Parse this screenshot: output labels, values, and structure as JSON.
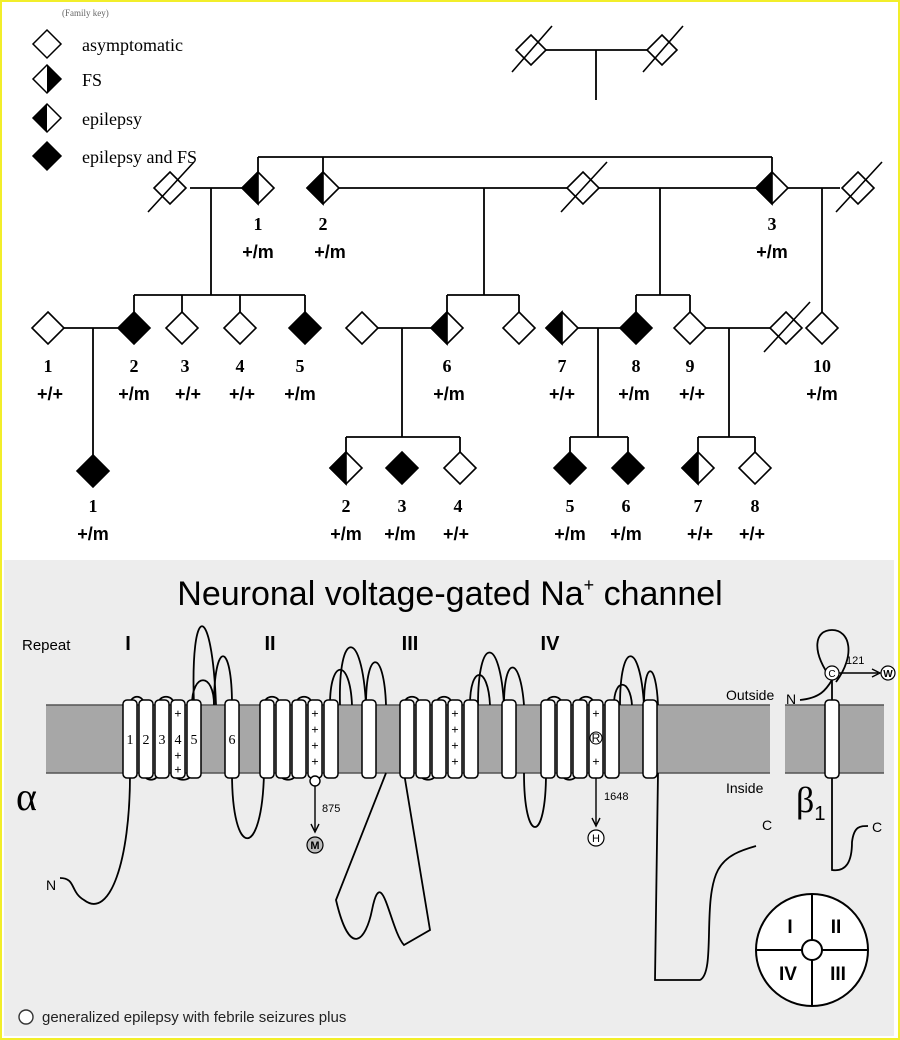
{
  "legend": {
    "header_fragment": "(Family key)",
    "items": [
      {
        "symbol": "open",
        "label": "asymptomatic"
      },
      {
        "symbol": "right-filled",
        "label": "FS"
      },
      {
        "symbol": "left-filled",
        "label": "epilepsy"
      },
      {
        "symbol": "filled",
        "label": "epilepsy and FS"
      }
    ]
  },
  "pedigree": {
    "generation2": [
      {
        "num": "1",
        "gen": "+/m"
      },
      {
        "num": "2",
        "gen": "+/m"
      },
      {
        "num": "3",
        "gen": "+/m"
      }
    ],
    "generation3": [
      {
        "num": "1",
        "gen": "+/+"
      },
      {
        "num": "2",
        "gen": "+/m"
      },
      {
        "num": "3",
        "gen": "+/+"
      },
      {
        "num": "4",
        "gen": "+/+"
      },
      {
        "num": "5",
        "gen": "+/m"
      },
      {
        "num": "6",
        "gen": "+/m"
      },
      {
        "num": "7",
        "gen": "+/+"
      },
      {
        "num": "8",
        "gen": "+/m"
      },
      {
        "num": "9",
        "gen": "+/+"
      },
      {
        "num": "10",
        "gen": "+/m"
      }
    ],
    "generation4": [
      {
        "num": "1",
        "gen": "+/m"
      },
      {
        "num": "2",
        "gen": "+/m"
      },
      {
        "num": "3",
        "gen": "+/m"
      },
      {
        "num": "4",
        "gen": "+/+"
      },
      {
        "num": "5",
        "gen": "+/m"
      },
      {
        "num": "6",
        "gen": "+/m"
      },
      {
        "num": "7",
        "gen": "+/+"
      },
      {
        "num": "8",
        "gen": "+/+"
      }
    ]
  },
  "channel": {
    "title_main": "Neuronal voltage-gated Na",
    "title_sup": "+",
    "title_tail": " channel",
    "repeat_label": "Repeat",
    "repeats": [
      "I",
      "II",
      "III",
      "IV"
    ],
    "segments": [
      "1",
      "2",
      "3",
      "4",
      "5",
      "6"
    ],
    "outside": "Outside",
    "inside": "Inside",
    "alpha": "α",
    "beta": "β",
    "beta_sub": "1",
    "n_label": "N",
    "c_label": "C",
    "mut1": {
      "pos": "875",
      "marker": "M"
    },
    "mut2": {
      "pos": "1648",
      "marker": "H",
      "residue": "R"
    },
    "beta_mut": {
      "pos": "121",
      "marker": "W",
      "residue": "C"
    },
    "quad": [
      "I",
      "II",
      "IV",
      "III"
    ],
    "footnote": "generalized epilepsy with febrile seizures plus"
  }
}
